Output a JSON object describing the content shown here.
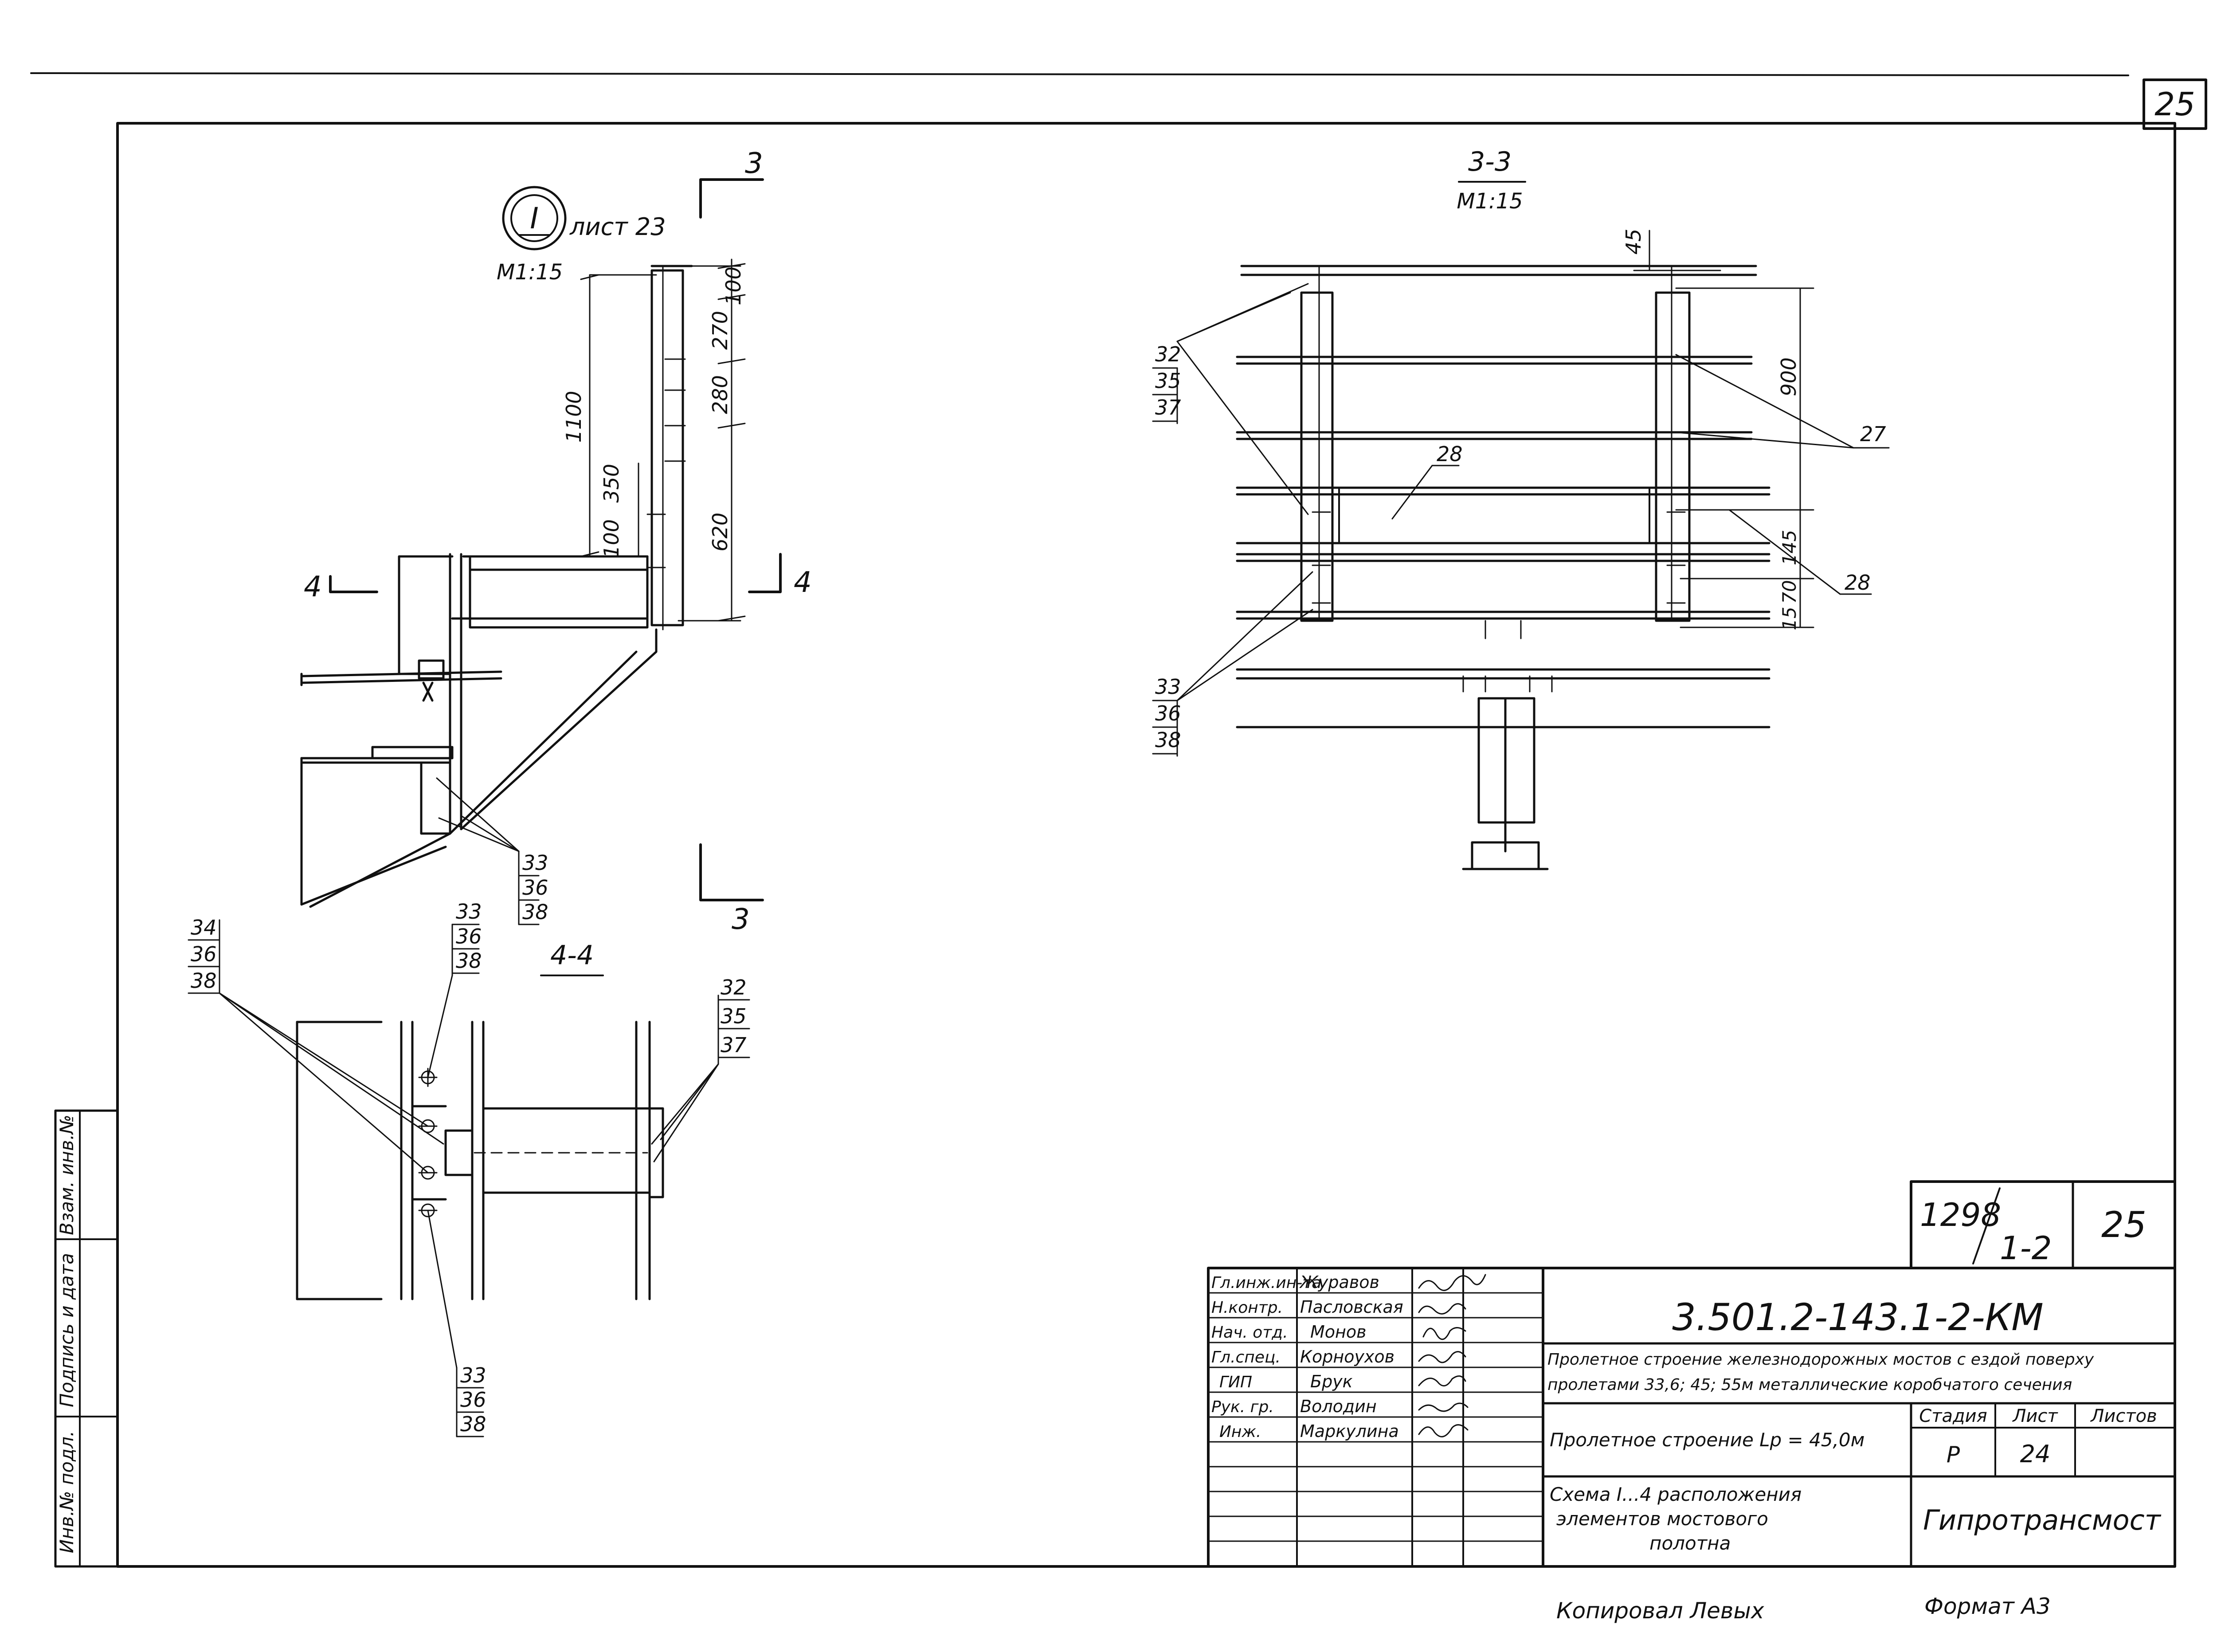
{
  "sheet": {
    "number_corner": "25",
    "stamp_number_top": "1298",
    "stamp_number_bottom": "1-2",
    "stamp_number_right": "25",
    "footer_copied_by": "Копировал  Левых",
    "footer_format": "Формат  А3"
  },
  "side_strip": {
    "vzam_inv": "Взам. инв.№",
    "signature_date": "Подпись и дата",
    "inv_podl": "Инв.№ подл."
  },
  "view_detail": {
    "callout_number": "I",
    "callout_sheet": "лист 23",
    "scale": "М1:15",
    "cut3_top": "3",
    "cut3_bottom": "3",
    "cut4_left": "4",
    "cut4_right": "4",
    "dims": [
      "100",
      "270",
      "280",
      "100",
      "350",
      "620",
      "1100"
    ],
    "leader_group": [
      "33",
      "36",
      "38"
    ]
  },
  "view_3_3": {
    "title": "3-3",
    "scale": "М1:15",
    "dims": [
      "45",
      "900",
      "145",
      "70",
      "15"
    ],
    "group_top": [
      "32",
      "35",
      "37"
    ],
    "group_bottom": [
      "33",
      "36",
      "38"
    ],
    "label_27": "27",
    "label_28a": "28",
    "label_28b": "28"
  },
  "view_4_4": {
    "title": "4-4",
    "group_tl": [
      "34",
      "36",
      "38"
    ],
    "group_tc": [
      "33",
      "36",
      "38"
    ],
    "group_tr": [
      "32",
      "35",
      "37"
    ],
    "group_bottom": [
      "33",
      "36",
      "38"
    ]
  },
  "title_block": {
    "roles": [
      "Гл.инж.ин-та",
      "Н.контр.",
      "Нач. отд.",
      "Гл.спец.",
      "ГИП",
      "Рук. гр.",
      "Инж."
    ],
    "names": [
      "Журавов",
      "Пасловская",
      "Монов",
      "Корноухов",
      "Брук",
      "Володин",
      "Маркулина"
    ],
    "doc_code": "3.501.2-143.1-2-КМ",
    "project_title_1": "Пролетное строение железнодорожных мостов с ездой поверху",
    "project_title_2": "пролетами 33,6; 45; 55м металлические коробчатого сечения",
    "span_title": "Пролетное строение Lр = 45,0м",
    "stage_header": "Стадия",
    "sheet_header": "Лист",
    "sheets_header": "Листов",
    "stage_value": "Р",
    "sheet_value": "24",
    "scheme_line_1": "Схема I...4 расположения",
    "scheme_line_2": "элементов    мостового",
    "scheme_line_3": "полотна",
    "organization": "Гипротрансмост"
  }
}
